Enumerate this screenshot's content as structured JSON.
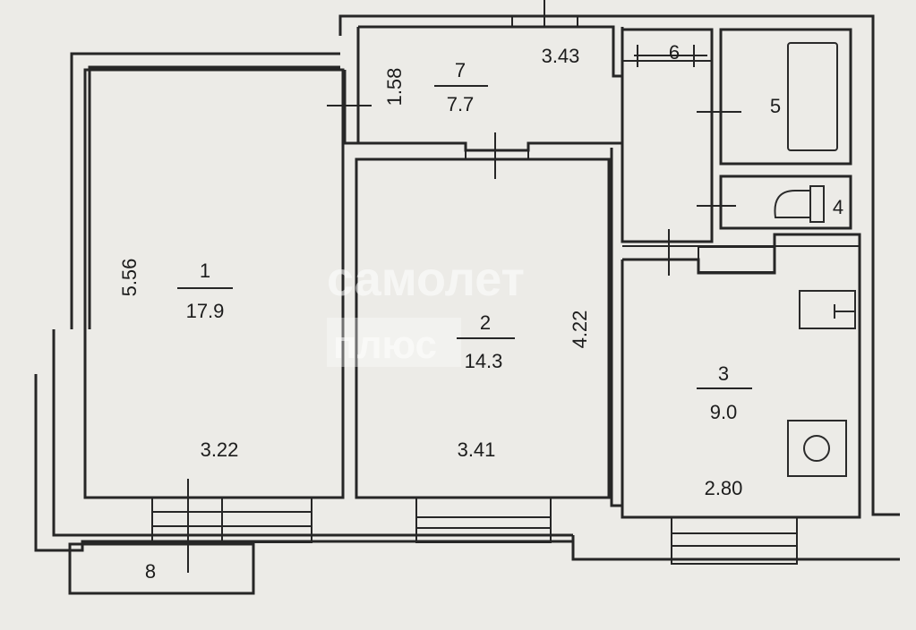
{
  "watermark": {
    "line1": "самолет",
    "line2": "плюс"
  },
  "rooms": [
    {
      "id": "1",
      "area": "17.9",
      "width": "3.22",
      "length": "5.56"
    },
    {
      "id": "2",
      "area": "14.3",
      "width": "3.41",
      "length": "4.22"
    },
    {
      "id": "3",
      "area": "9.0",
      "width": "2.80"
    },
    {
      "id": "4"
    },
    {
      "id": "5"
    },
    {
      "id": "6"
    },
    {
      "id": "7",
      "area": "7.7",
      "width": "3.43",
      "length": "1.58"
    },
    {
      "id": "8"
    }
  ]
}
